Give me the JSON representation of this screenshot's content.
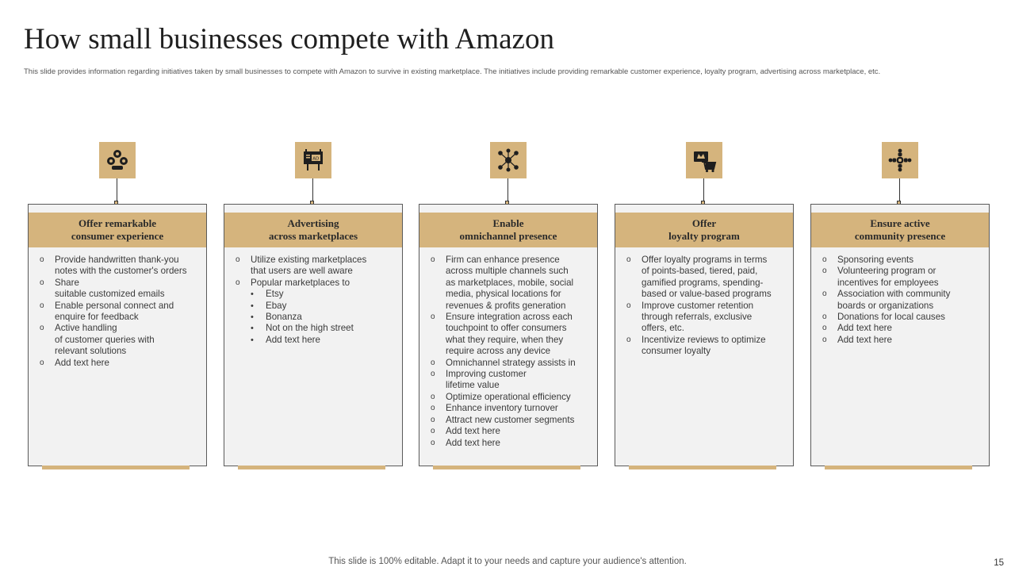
{
  "slide": {
    "title": "How small businesses compete with Amazon",
    "subtitle": "This slide provides information regarding initiatives taken by small businesses to compete with Amazon to survive in existing marketplace. The initiatives include providing remarkable customer experience, loyalty program, advertising across marketplace, etc.",
    "footer": "This slide is 100% editable. Adapt it to your needs and capture your audience's attention.",
    "page_number": "15"
  },
  "colors": {
    "accent": "#d5b47d",
    "card_bg": "#f2f2f2",
    "icon_dark": "#1e1e1e"
  },
  "columns": [
    {
      "icon": "customer-experience-icon",
      "header_line1": "Offer remarkable",
      "header_line2": "consumer experience",
      "items": [
        {
          "bullet": "o",
          "text": "Provide handwritten thank-you"
        },
        {
          "bullet": "",
          "text": "notes with the customer's orders"
        },
        {
          "bullet": "o",
          "text": "Share"
        },
        {
          "bullet": "",
          "text": "suitable customized emails"
        },
        {
          "bullet": "o",
          "text": "Enable personal connect and"
        },
        {
          "bullet": "",
          "text": "enquire for feedback"
        },
        {
          "bullet": "o",
          "text": "Active  handling"
        },
        {
          "bullet": "",
          "text": "of customer queries with"
        },
        {
          "bullet": "",
          "text": "relevant solutions"
        },
        {
          "bullet": "o",
          "text": "Add text here"
        }
      ]
    },
    {
      "icon": "billboard-ad-icon",
      "header_line1": "Advertising",
      "header_line2": "across marketplaces",
      "items": [
        {
          "bullet": "o",
          "text": "Utilize existing marketplaces"
        },
        {
          "bullet": "",
          "text": "that users are well aware"
        },
        {
          "bullet": "o",
          "text": "Popular marketplaces to"
        },
        {
          "bullet": "•",
          "text": "Etsy",
          "sub": true
        },
        {
          "bullet": "•",
          "text": "Ebay",
          "sub": true
        },
        {
          "bullet": "•",
          "text": "Bonanza",
          "sub": true
        },
        {
          "bullet": "•",
          "text": "Not on the high street",
          "sub": true
        },
        {
          "bullet": "•",
          "text": "Add text here",
          "sub": true
        }
      ]
    },
    {
      "icon": "omnichannel-network-icon",
      "header_line1": "Enable",
      "header_line2": "omnichannel presence",
      "items": [
        {
          "bullet": "o",
          "text": "Firm can enhance presence"
        },
        {
          "bullet": "",
          "text": "across multiple channels such"
        },
        {
          "bullet": "",
          "text": "as marketplaces, mobile, social"
        },
        {
          "bullet": "",
          "text": "media, physical locations for"
        },
        {
          "bullet": "",
          "text": "revenues & profits generation"
        },
        {
          "bullet": "o",
          "text": "Ensure integration across each"
        },
        {
          "bullet": "",
          "text": "touchpoint to offer consumers"
        },
        {
          "bullet": "",
          "text": "what they require, when they"
        },
        {
          "bullet": "",
          "text": "require across any device"
        },
        {
          "bullet": "o",
          "text": "Omnichannel strategy assists in"
        },
        {
          "bullet": "o",
          "text": "Improving customer"
        },
        {
          "bullet": "",
          "text": "lifetime value"
        },
        {
          "bullet": "o",
          "text": "Optimize operational efficiency"
        },
        {
          "bullet": "o",
          "text": "Enhance inventory turnover"
        },
        {
          "bullet": "o",
          "text": "Attract  new customer segments"
        },
        {
          "bullet": "o",
          "text": "Add text here"
        },
        {
          "bullet": "o",
          "text": "Add text here"
        }
      ]
    },
    {
      "icon": "loyalty-cart-icon",
      "header_line1": "Offer",
      "header_line2": "loyalty program",
      "items": [
        {
          "bullet": "o",
          "text": "Offer loyalty programs in terms"
        },
        {
          "bullet": "",
          "text": "of points-based, tiered, paid,"
        },
        {
          "bullet": "",
          "text": "gamified programs, spending-"
        },
        {
          "bullet": "",
          "text": "based or value-based programs"
        },
        {
          "bullet": "o",
          "text": "Improve customer retention"
        },
        {
          "bullet": "",
          "text": "through referrals, exclusive"
        },
        {
          "bullet": "",
          "text": "offers, etc."
        },
        {
          "bullet": "o",
          "text": "Incentivize reviews to optimize"
        },
        {
          "bullet": "",
          "text": "consumer loyalty"
        }
      ]
    },
    {
      "icon": "community-people-icon",
      "header_line1": "Ensure active",
      "header_line2": "community presence",
      "items": [
        {
          "bullet": "o",
          "text": "Sponsoring events"
        },
        {
          "bullet": "o",
          "text": "Volunteering program or"
        },
        {
          "bullet": "",
          "text": "incentives for employees"
        },
        {
          "bullet": "o",
          "text": "Association with community"
        },
        {
          "bullet": "",
          "text": "boards or organizations"
        },
        {
          "bullet": "o",
          "text": "Donations for local causes"
        },
        {
          "bullet": "o",
          "text": "Add text here"
        },
        {
          "bullet": "o",
          "text": "Add text here"
        }
      ]
    }
  ]
}
